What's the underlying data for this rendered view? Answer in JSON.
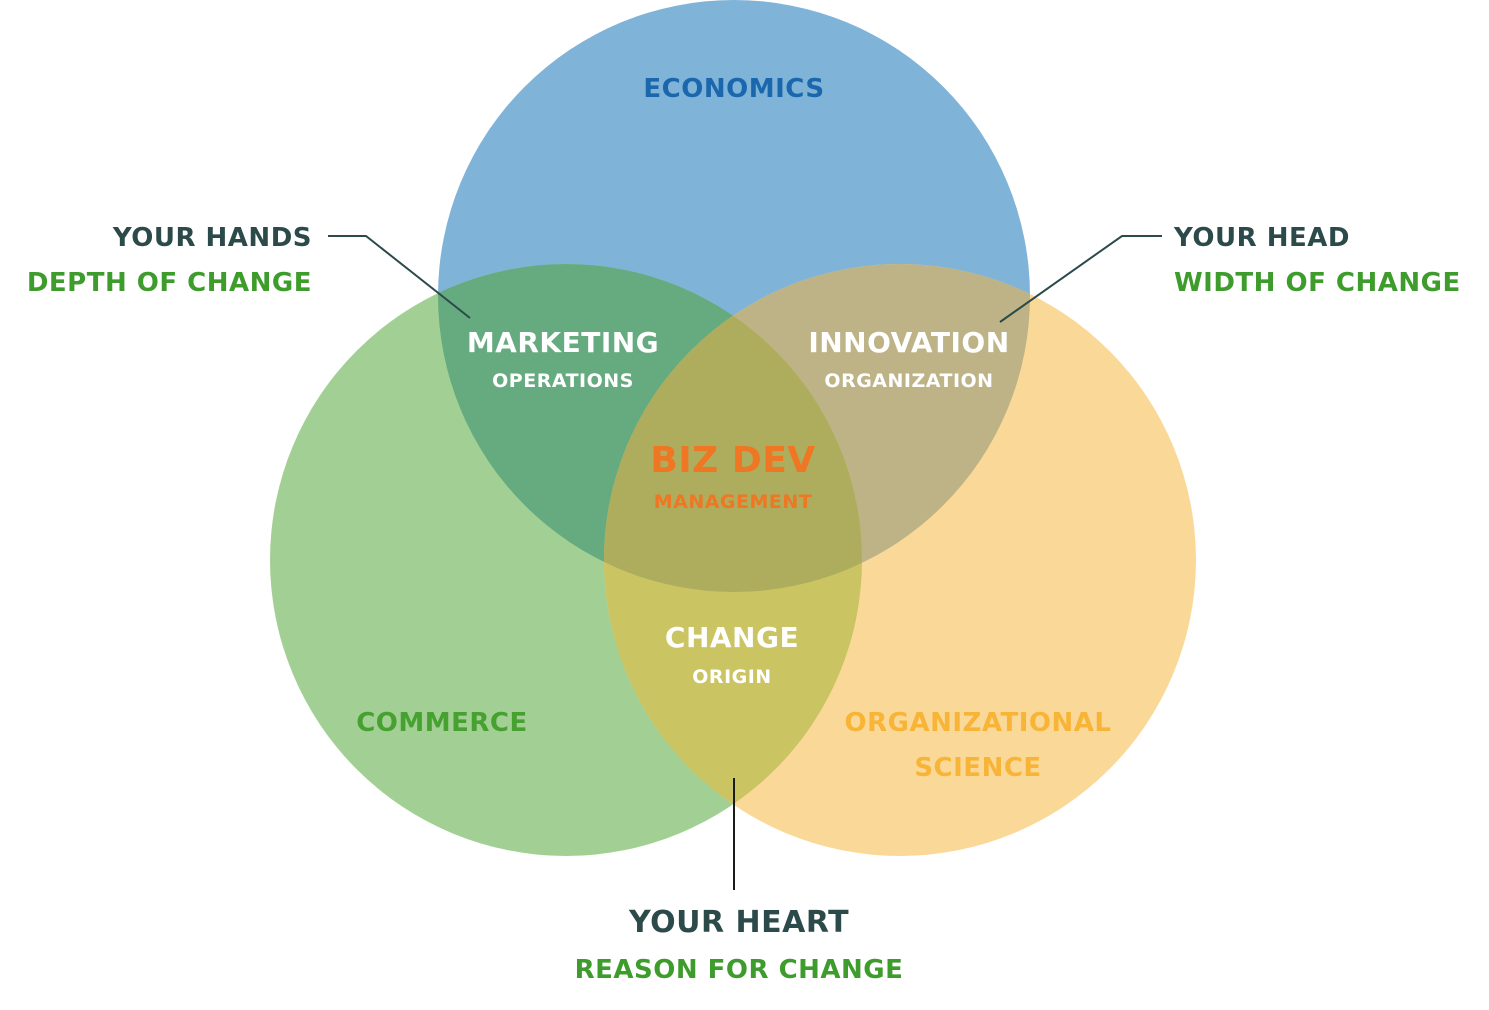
{
  "circles": {
    "economics": {
      "label": "ECONOMICS",
      "fill": "#7fb3d8",
      "label_color": "#1a67ad"
    },
    "commerce": {
      "label": "COMMERCE",
      "fill": "#a2d094",
      "label_color": "#46a130"
    },
    "organizational_science": {
      "label_line1": "ORGANIZATIONAL",
      "label_line2": "SCIENCE",
      "fill": "#fad998",
      "label_color": "#f8b437"
    }
  },
  "intersections": {
    "marketing": {
      "title": "MARKETING",
      "subtitle": "OPERATIONS",
      "fill": "#66ab80",
      "color": "#ffffff"
    },
    "innovation": {
      "title": "INNOVATION",
      "subtitle": "ORGANIZATION",
      "fill": "#bdb386",
      "color": "#ffffff"
    },
    "change": {
      "title": "CHANGE",
      "subtitle": "ORIGIN",
      "fill": "#cac462",
      "color": "#ffffff"
    },
    "center": {
      "title": "BIZ DEV",
      "subtitle": "MANAGEMENT",
      "fill": "#aead5e",
      "color": "#ef7622"
    }
  },
  "callouts": {
    "hands": {
      "title": "YOUR HANDS",
      "subtitle": "DEPTH OF CHANGE"
    },
    "head": {
      "title": "YOUR HEAD",
      "subtitle": "WIDTH OF CHANGE"
    },
    "heart": {
      "title": "YOUR HEART",
      "subtitle": "REASON FOR CHANGE"
    },
    "title_color": "#2d4a4a",
    "subtitle_color": "#3e9c2c"
  }
}
